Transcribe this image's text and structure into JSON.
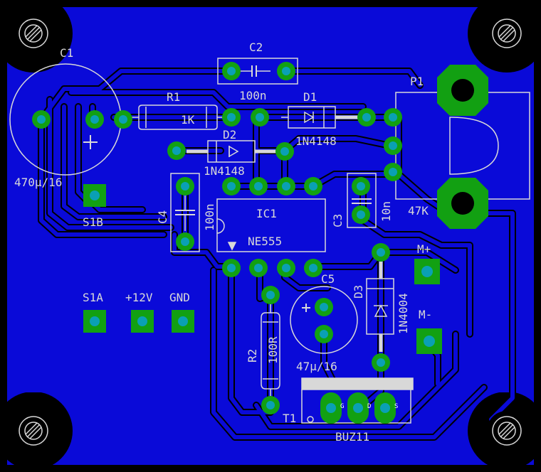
{
  "colors": {
    "background": "#000000",
    "copper": "#0a0ad8",
    "trace_outline": "#000000",
    "pad_ring": "#12a012",
    "pad_hole": "#0aa0b4",
    "silkscreen": "#d8d8d8",
    "mounting_hole": "#000000"
  },
  "labels": {
    "c1": "C1",
    "c1_value": "470µ/16",
    "c2": "C2",
    "c2_value": "100n",
    "r1": "R1",
    "r1_value": "1K",
    "d1": "D1",
    "d1_value": "1N4148",
    "d2": "D2",
    "d2_value": "1N4148",
    "p1": "P1",
    "p1_value": "47K",
    "ic1": "IC1",
    "ic1_value": "NE555",
    "c3": "C3",
    "c3_value": "10n",
    "c4": "C4",
    "c4_value": "100n",
    "s1b": "S1B",
    "s1a": "S1A",
    "v12": "+12V",
    "gnd": "GND",
    "c5": "C5",
    "c5_value": "47µ/16",
    "d3": "D3",
    "d3_value": "1N4004",
    "m_plus": "M+",
    "m_minus": "M-",
    "r2": "R2",
    "r2_value": "100R",
    "t1": "T1",
    "t1_value": "BUZ11",
    "pin_g": "G",
    "pin_d": "D",
    "pin_s": "S"
  }
}
